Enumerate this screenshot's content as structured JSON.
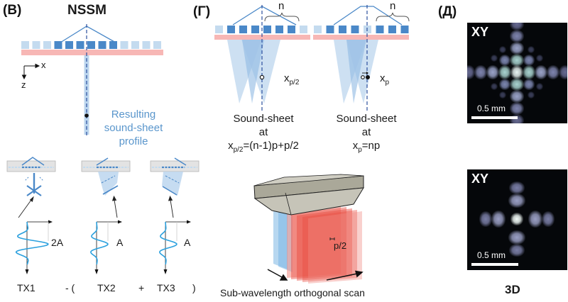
{
  "panels": {
    "b": {
      "label": "(B)",
      "title": "NSSM",
      "axis_x": "x",
      "axis_z": "z",
      "result_line1": "Resulting",
      "result_line2": "sound-sheet",
      "result_line3": "profile",
      "pulses": [
        {
          "name": "TX1",
          "amplitude": "2A"
        },
        {
          "name": "TX2",
          "amplitude": "A"
        },
        {
          "name": "TX3",
          "amplitude": "A"
        }
      ],
      "op_minus_paren": "- (",
      "op_plus": "+",
      "op_close": ")"
    },
    "g": {
      "label": "(Γ)",
      "left": {
        "n_label": "n",
        "x_label": "x",
        "x_sub": "p/2",
        "caption_line1": "Sound-sheet",
        "caption_line2": "at",
        "caption_line3_x": "x",
        "caption_line3_sub": "p/2",
        "caption_line3_rest": "=(n-1)p+p/2"
      },
      "right": {
        "n_label": "n",
        "x_label": "x",
        "x_sub": "p",
        "caption_line1": "Sound-sheet",
        "caption_line2": "at",
        "caption_line3_x": "x",
        "caption_line3_sub": "p",
        "caption_line3_rest": "=np"
      },
      "pitch_label": "p/2",
      "scan_caption": "Sub-wavelength orthogonal scan"
    },
    "d": {
      "label": "(Д)",
      "top_image": {
        "title": "XY",
        "scale": "0.5 mm"
      },
      "bottom_image": {
        "title": "XY",
        "scale": "0.5 mm"
      },
      "caption": "3D"
    }
  },
  "colors": {
    "element_active": "#4a88c8",
    "element_inactive": "#c4dbef",
    "lens": "#f7b7b5",
    "beam": "#4a88c8",
    "beam_light": "#bcd6ee",
    "pulse": "#2aa0de",
    "sheet_red": "#e84a3f",
    "sheet_blue": "#6fb0e2",
    "probe": "#b7b5ab"
  }
}
